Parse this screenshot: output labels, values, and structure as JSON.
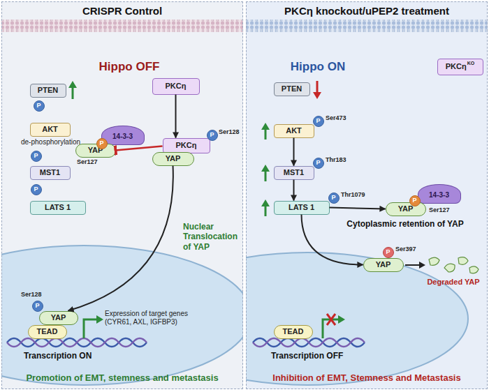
{
  "diagram": {
    "nodes": [
      {
        "text": [
          "CRISPR Control"
        ]
      },
      {
        "text": [
          "PKCη knockout/uPEP2 treatment"
        ]
      },
      {
        "text": [
          "PTEN"
        ],
        "in": 0
      },
      {
        "text": [
          "P"
        ],
        "in": 0
      },
      {
        "text": [
          "AKT"
        ],
        "in": 0
      },
      {
        "text": [
          "P"
        ],
        "in": 0
      },
      {
        "text": [
          "MST1"
        ],
        "in": 0
      },
      {
        "text": [
          "P"
        ],
        "in": 0
      },
      {
        "text": [
          "LATS 1"
        ],
        "in": 0
      },
      {
        "text": [
          "PKCη"
        ],
        "in": 0
      },
      {
        "text": [
          "14-3-3"
        ],
        "in": 0
      },
      {
        "text": [
          "P"
        ],
        "in": 0
      },
      {
        "text": [
          "YAP"
        ],
        "in": 0
      },
      {
        "text": [
          "PKCη"
        ],
        "in": 0
      },
      {
        "text": [
          "P"
        ],
        "in": 0
      },
      {
        "text": [
          "YAP"
        ],
        "in": 0
      },
      {
        "text": [
          "P"
        ],
        "in": 0
      },
      {
        "text": [
          "YAP"
        ],
        "in": 0
      },
      {
        "text": [
          "TEAD"
        ],
        "in": 0
      },
      {
        "text": [
          "PKCη",
          "KO"
        ],
        "in": 1
      },
      {
        "text": [
          "PTEN"
        ],
        "in": 1
      },
      {
        "text": [
          "AKT"
        ],
        "in": 1
      },
      {
        "text": [
          "P"
        ],
        "in": 1
      },
      {
        "text": [
          "MST1"
        ],
        "in": 1
      },
      {
        "text": [
          "P"
        ],
        "in": 1
      },
      {
        "text": [
          "LATS 1"
        ],
        "in": 1
      },
      {
        "text": [
          "P"
        ],
        "in": 1
      },
      {
        "text": [
          "14-3-3"
        ],
        "in": 1
      },
      {
        "text": [
          "P"
        ],
        "in": 1
      },
      {
        "text": [
          "YAP"
        ],
        "in": 1
      },
      {
        "text": [
          "P"
        ],
        "in": 1
      },
      {
        "text": [
          "YAP"
        ],
        "in": 1
      },
      {
        "text": [
          "TEAD"
        ],
        "in": 1
      }
    ],
    "edges": [
      {
        "from": 9,
        "to": 13,
        "arrow": "to"
      },
      {
        "from": 13,
        "to": 12,
        "arrow": "to"
      },
      {
        "from": 15,
        "to": 17,
        "arrow": "to"
      },
      {
        "from": 21,
        "to": 23,
        "arrow": "to"
      },
      {
        "from": 23,
        "to": 25,
        "arrow": "to"
      },
      {
        "from": 25,
        "to": 29,
        "arrow": "to"
      },
      {
        "from": 25,
        "to": 31,
        "arrow": "to"
      }
    ],
    "labels": [
      "Hippo OFF",
      "de-phosphorylation",
      "Ser127",
      "Ser128",
      "Nuclear Translocation of YAP",
      "Ser128",
      "Expression of target genes (CYR61, AXL, IGFBP3)",
      "Transcription ON",
      "Promotion of EMT, stemness and metastasis",
      "Hippo ON",
      "Ser473",
      "Thr183",
      "Thr1079",
      "Ser127",
      "Cytoplasmic retention of YAP",
      "Ser397",
      "Degraded YAP",
      "Transcription OFF",
      "Inhibition of EMT, Stemness and Metastasis"
    ]
  }
}
